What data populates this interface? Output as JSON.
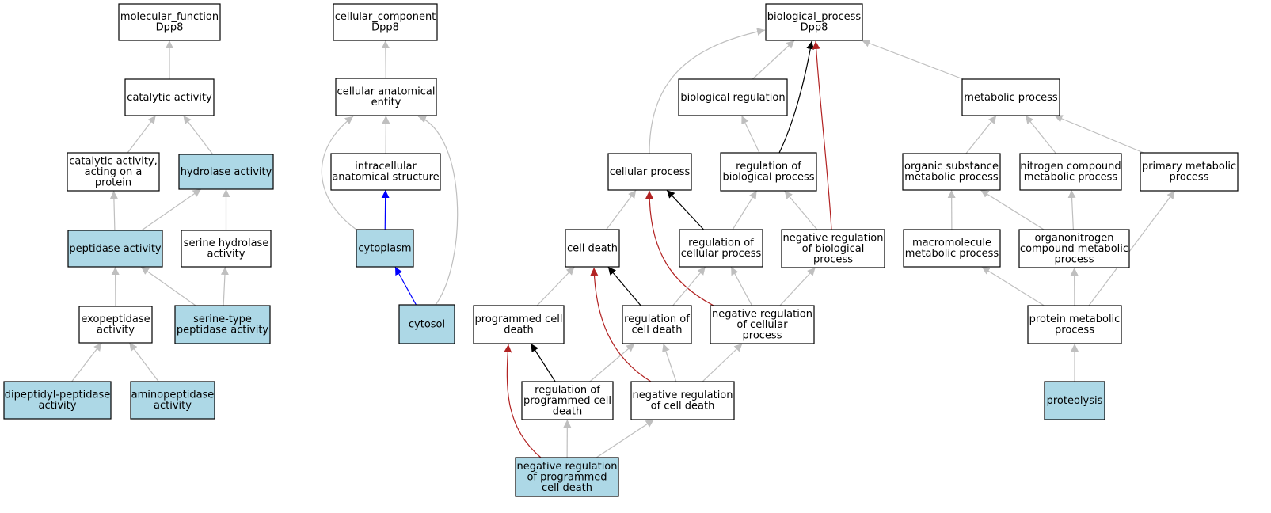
{
  "colors": {
    "annotated_fill": "#add8e6",
    "plain_fill": "#ffffff",
    "default_edge": "#bfbfbf",
    "black_edge": "#000000",
    "blue_edge": "#0000ff",
    "red_edge": "#b22222"
  },
  "nodes": [
    {
      "id": "mf_root",
      "lines": [
        "molecular_function",
        "Dpp8"
      ],
      "highlight": false
    },
    {
      "id": "catalytic_activity",
      "lines": [
        "catalytic activity"
      ],
      "highlight": false
    },
    {
      "id": "catalytic_on_protein",
      "lines": [
        "catalytic activity,",
        "acting on a",
        "protein"
      ],
      "highlight": false
    },
    {
      "id": "hydrolase_activity",
      "lines": [
        "hydrolase activity"
      ],
      "highlight": true
    },
    {
      "id": "peptidase_activity",
      "lines": [
        "peptidase activity"
      ],
      "highlight": true
    },
    {
      "id": "serine_hydrolase",
      "lines": [
        "serine hydrolase",
        "activity"
      ],
      "highlight": false
    },
    {
      "id": "exopeptidase",
      "lines": [
        "exopeptidase",
        "activity"
      ],
      "highlight": false
    },
    {
      "id": "serine_peptidase",
      "lines": [
        "serine-type",
        "peptidase activity"
      ],
      "highlight": true
    },
    {
      "id": "dipeptidyl",
      "lines": [
        "dipeptidyl-peptidase",
        "activity"
      ],
      "highlight": true
    },
    {
      "id": "aminopeptidase",
      "lines": [
        "aminopeptidase",
        "activity"
      ],
      "highlight": true
    },
    {
      "id": "cc_root",
      "lines": [
        "cellular_component",
        "Dpp8"
      ],
      "highlight": false
    },
    {
      "id": "cellular_anatomical",
      "lines": [
        "cellular anatomical",
        "entity"
      ],
      "highlight": false
    },
    {
      "id": "intracellular",
      "lines": [
        "intracellular",
        "anatomical structure"
      ],
      "highlight": false
    },
    {
      "id": "cytoplasm",
      "lines": [
        "cytoplasm"
      ],
      "highlight": true
    },
    {
      "id": "cytosol",
      "lines": [
        "cytosol"
      ],
      "highlight": true
    },
    {
      "id": "bp_root",
      "lines": [
        "biological_process",
        "Dpp8"
      ],
      "highlight": false
    },
    {
      "id": "biological_regulation",
      "lines": [
        "biological regulation"
      ],
      "highlight": false
    },
    {
      "id": "metabolic_process",
      "lines": [
        "metabolic process"
      ],
      "highlight": false
    },
    {
      "id": "cellular_process",
      "lines": [
        "cellular process"
      ],
      "highlight": false
    },
    {
      "id": "reg_bio_process",
      "lines": [
        "regulation of",
        "biological process"
      ],
      "highlight": false
    },
    {
      "id": "organic_substance",
      "lines": [
        "organic substance",
        "metabolic process"
      ],
      "highlight": false
    },
    {
      "id": "nitrogen_compound",
      "lines": [
        "nitrogen compound",
        "metabolic process"
      ],
      "highlight": false
    },
    {
      "id": "primary_metabolic",
      "lines": [
        "primary metabolic",
        "process"
      ],
      "highlight": false
    },
    {
      "id": "cell_death",
      "lines": [
        "cell death"
      ],
      "highlight": false
    },
    {
      "id": "reg_cellular_process",
      "lines": [
        "regulation of",
        "cellular process"
      ],
      "highlight": false
    },
    {
      "id": "neg_reg_bio_process",
      "lines": [
        "negative regulation",
        "of biological",
        "process"
      ],
      "highlight": false
    },
    {
      "id": "macromolecule",
      "lines": [
        "macromolecule",
        "metabolic process"
      ],
      "highlight": false
    },
    {
      "id": "organonitrogen",
      "lines": [
        "organonitrogen",
        "compound metabolic",
        "process"
      ],
      "highlight": false
    },
    {
      "id": "programmed_cell_death",
      "lines": [
        "programmed cell",
        "death"
      ],
      "highlight": false
    },
    {
      "id": "reg_cell_death",
      "lines": [
        "regulation of",
        "cell death"
      ],
      "highlight": false
    },
    {
      "id": "neg_reg_cellular_process",
      "lines": [
        "negative regulation",
        "of cellular",
        "process"
      ],
      "highlight": false
    },
    {
      "id": "protein_metabolic",
      "lines": [
        "protein metabolic",
        "process"
      ],
      "highlight": false
    },
    {
      "id": "reg_programmed_cell_death",
      "lines": [
        "regulation of",
        "programmed cell",
        "death"
      ],
      "highlight": false
    },
    {
      "id": "neg_reg_cell_death",
      "lines": [
        "negative regulation",
        "of cell death"
      ],
      "highlight": false
    },
    {
      "id": "proteolysis",
      "lines": [
        "proteolysis"
      ],
      "highlight": true
    },
    {
      "id": "neg_reg_programmed_cell_death",
      "lines": [
        "negative regulation",
        "of programmed",
        "cell death"
      ],
      "highlight": true
    }
  ],
  "edges": [
    {
      "from": "catalytic_activity",
      "to": "mf_root",
      "color": "gray"
    },
    {
      "from": "catalytic_on_protein",
      "to": "catalytic_activity",
      "color": "gray"
    },
    {
      "from": "hydrolase_activity",
      "to": "catalytic_activity",
      "color": "gray"
    },
    {
      "from": "peptidase_activity",
      "to": "catalytic_on_protein",
      "color": "gray"
    },
    {
      "from": "peptidase_activity",
      "to": "hydrolase_activity",
      "color": "gray"
    },
    {
      "from": "serine_hydrolase",
      "to": "hydrolase_activity",
      "color": "gray"
    },
    {
      "from": "exopeptidase",
      "to": "peptidase_activity",
      "color": "gray"
    },
    {
      "from": "serine_peptidase",
      "to": "peptidase_activity",
      "color": "gray"
    },
    {
      "from": "serine_peptidase",
      "to": "serine_hydrolase",
      "color": "gray"
    },
    {
      "from": "dipeptidyl",
      "to": "exopeptidase",
      "color": "gray"
    },
    {
      "from": "aminopeptidase",
      "to": "exopeptidase",
      "color": "gray"
    },
    {
      "from": "cellular_anatomical",
      "to": "cc_root",
      "color": "gray"
    },
    {
      "from": "intracellular",
      "to": "cellular_anatomical",
      "color": "gray"
    },
    {
      "from": "cytoplasm",
      "to": "intracellular",
      "color": "blue"
    },
    {
      "from": "cytoplasm",
      "to": "cellular_anatomical",
      "color": "gray"
    },
    {
      "from": "cytosol",
      "to": "cytoplasm",
      "color": "blue"
    },
    {
      "from": "cytosol",
      "to": "cellular_anatomical",
      "color": "gray"
    },
    {
      "from": "biological_regulation",
      "to": "bp_root",
      "color": "gray"
    },
    {
      "from": "metabolic_process",
      "to": "bp_root",
      "color": "gray"
    },
    {
      "from": "cellular_process",
      "to": "bp_root",
      "color": "gray"
    },
    {
      "from": "reg_bio_process",
      "to": "biological_regulation",
      "color": "gray"
    },
    {
      "from": "reg_bio_process",
      "to": "bp_root",
      "color": "black"
    },
    {
      "from": "neg_reg_bio_process",
      "to": "bp_root",
      "color": "red"
    },
    {
      "from": "neg_reg_bio_process",
      "to": "reg_bio_process",
      "color": "gray"
    },
    {
      "from": "organic_substance",
      "to": "metabolic_process",
      "color": "gray"
    },
    {
      "from": "nitrogen_compound",
      "to": "metabolic_process",
      "color": "gray"
    },
    {
      "from": "primary_metabolic",
      "to": "metabolic_process",
      "color": "gray"
    },
    {
      "from": "cell_death",
      "to": "cellular_process",
      "color": "gray"
    },
    {
      "from": "reg_cellular_process",
      "to": "cellular_process",
      "color": "black"
    },
    {
      "from": "reg_cellular_process",
      "to": "reg_bio_process",
      "color": "gray"
    },
    {
      "from": "neg_reg_cellular_process",
      "to": "cellular_process",
      "color": "red"
    },
    {
      "from": "neg_reg_cellular_process",
      "to": "reg_cellular_process",
      "color": "gray"
    },
    {
      "from": "neg_reg_cellular_process",
      "to": "neg_reg_bio_process",
      "color": "gray"
    },
    {
      "from": "macromolecule",
      "to": "organic_substance",
      "color": "gray"
    },
    {
      "from": "organonitrogen",
      "to": "organic_substance",
      "color": "gray"
    },
    {
      "from": "organonitrogen",
      "to": "nitrogen_compound",
      "color": "gray"
    },
    {
      "from": "programmed_cell_death",
      "to": "cell_death",
      "color": "gray"
    },
    {
      "from": "reg_cell_death",
      "to": "cell_death",
      "color": "black"
    },
    {
      "from": "reg_cell_death",
      "to": "reg_cellular_process",
      "color": "gray"
    },
    {
      "from": "protein_metabolic",
      "to": "macromolecule",
      "color": "gray"
    },
    {
      "from": "protein_metabolic",
      "to": "organonitrogen",
      "color": "gray"
    },
    {
      "from": "protein_metabolic",
      "to": "primary_metabolic",
      "color": "gray"
    },
    {
      "from": "reg_programmed_cell_death",
      "to": "programmed_cell_death",
      "color": "black"
    },
    {
      "from": "reg_programmed_cell_death",
      "to": "reg_cell_death",
      "color": "gray"
    },
    {
      "from": "neg_reg_cell_death",
      "to": "cell_death",
      "color": "red"
    },
    {
      "from": "neg_reg_cell_death",
      "to": "reg_cell_death",
      "color": "gray"
    },
    {
      "from": "neg_reg_cell_death",
      "to": "neg_reg_cellular_process",
      "color": "gray"
    },
    {
      "from": "proteolysis",
      "to": "protein_metabolic",
      "color": "gray"
    },
    {
      "from": "neg_reg_programmed_cell_death",
      "to": "programmed_cell_death",
      "color": "red"
    },
    {
      "from": "neg_reg_programmed_cell_death",
      "to": "reg_programmed_cell_death",
      "color": "gray"
    },
    {
      "from": "neg_reg_programmed_cell_death",
      "to": "neg_reg_cell_death",
      "color": "gray"
    }
  ]
}
